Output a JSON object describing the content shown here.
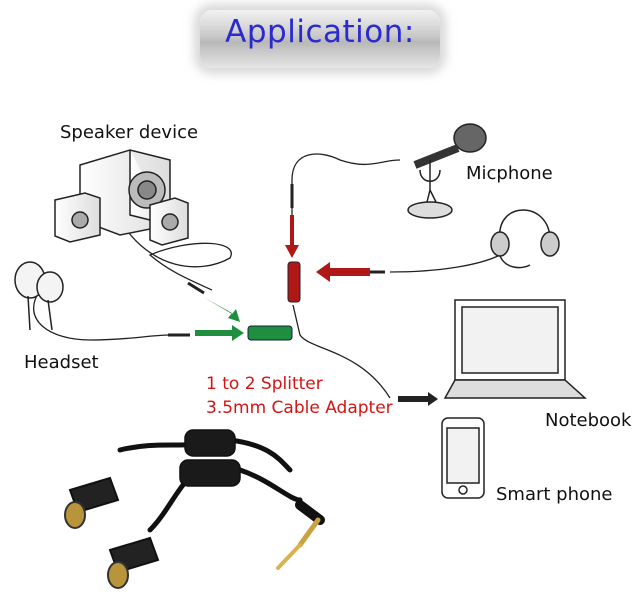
{
  "title": "Application:",
  "labels": {
    "speaker": "Speaker device",
    "mic": "Micphone",
    "headset": "Headset",
    "splitter_line1": "1 to 2 Splitter",
    "splitter_line2": "3.5mm Cable Adapter",
    "notebook": "Notebook",
    "phone": "Smart phone"
  },
  "colors": {
    "title": "#2a2ad0",
    "splitter_text": "#d41414",
    "green_arrow": "#1f8f3f",
    "red_arrow": "#b01818"
  },
  "icons": [
    "speaker-icon",
    "headphones-icon",
    "microphone-icon",
    "headset-mic-icon",
    "laptop-icon",
    "smartphone-icon",
    "splitter-cable-image"
  ]
}
